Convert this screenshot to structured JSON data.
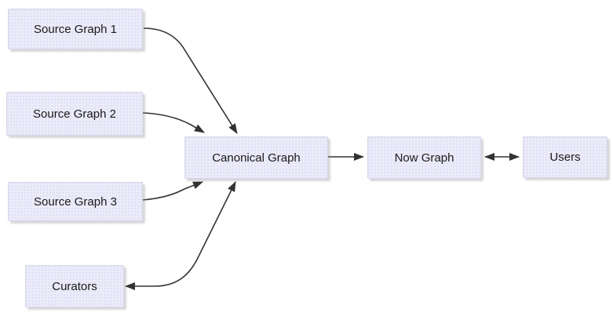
{
  "nodes": [
    {
      "id": "source-graph-1",
      "label": "Source Graph 1"
    },
    {
      "id": "source-graph-2",
      "label": "Source Graph 2"
    },
    {
      "id": "source-graph-3",
      "label": "Source Graph 3"
    },
    {
      "id": "curators",
      "label": "Curators"
    },
    {
      "id": "canonical-graph",
      "label": "Canonical Graph"
    },
    {
      "id": "now-graph",
      "label": "Now Graph"
    },
    {
      "id": "users",
      "label": "Users"
    }
  ],
  "edges": [
    {
      "from": "Source Graph 1",
      "to": "Canonical Graph",
      "direction": "one-way"
    },
    {
      "from": "Source Graph 2",
      "to": "Canonical Graph",
      "direction": "one-way"
    },
    {
      "from": "Source Graph 3",
      "to": "Canonical Graph",
      "direction": "one-way"
    },
    {
      "from": "Canonical Graph",
      "to": "Curators",
      "direction": "two-way"
    },
    {
      "from": "Canonical Graph",
      "to": "Now Graph",
      "direction": "one-way"
    },
    {
      "from": "Now Graph",
      "to": "Users",
      "direction": "two-way"
    }
  ],
  "colors": {
    "node_fill": "#ecebfa",
    "node_border": "#d7d7e9",
    "edge_line": "#333333",
    "text": "#1a1a1a",
    "background": "#ffffff"
  }
}
